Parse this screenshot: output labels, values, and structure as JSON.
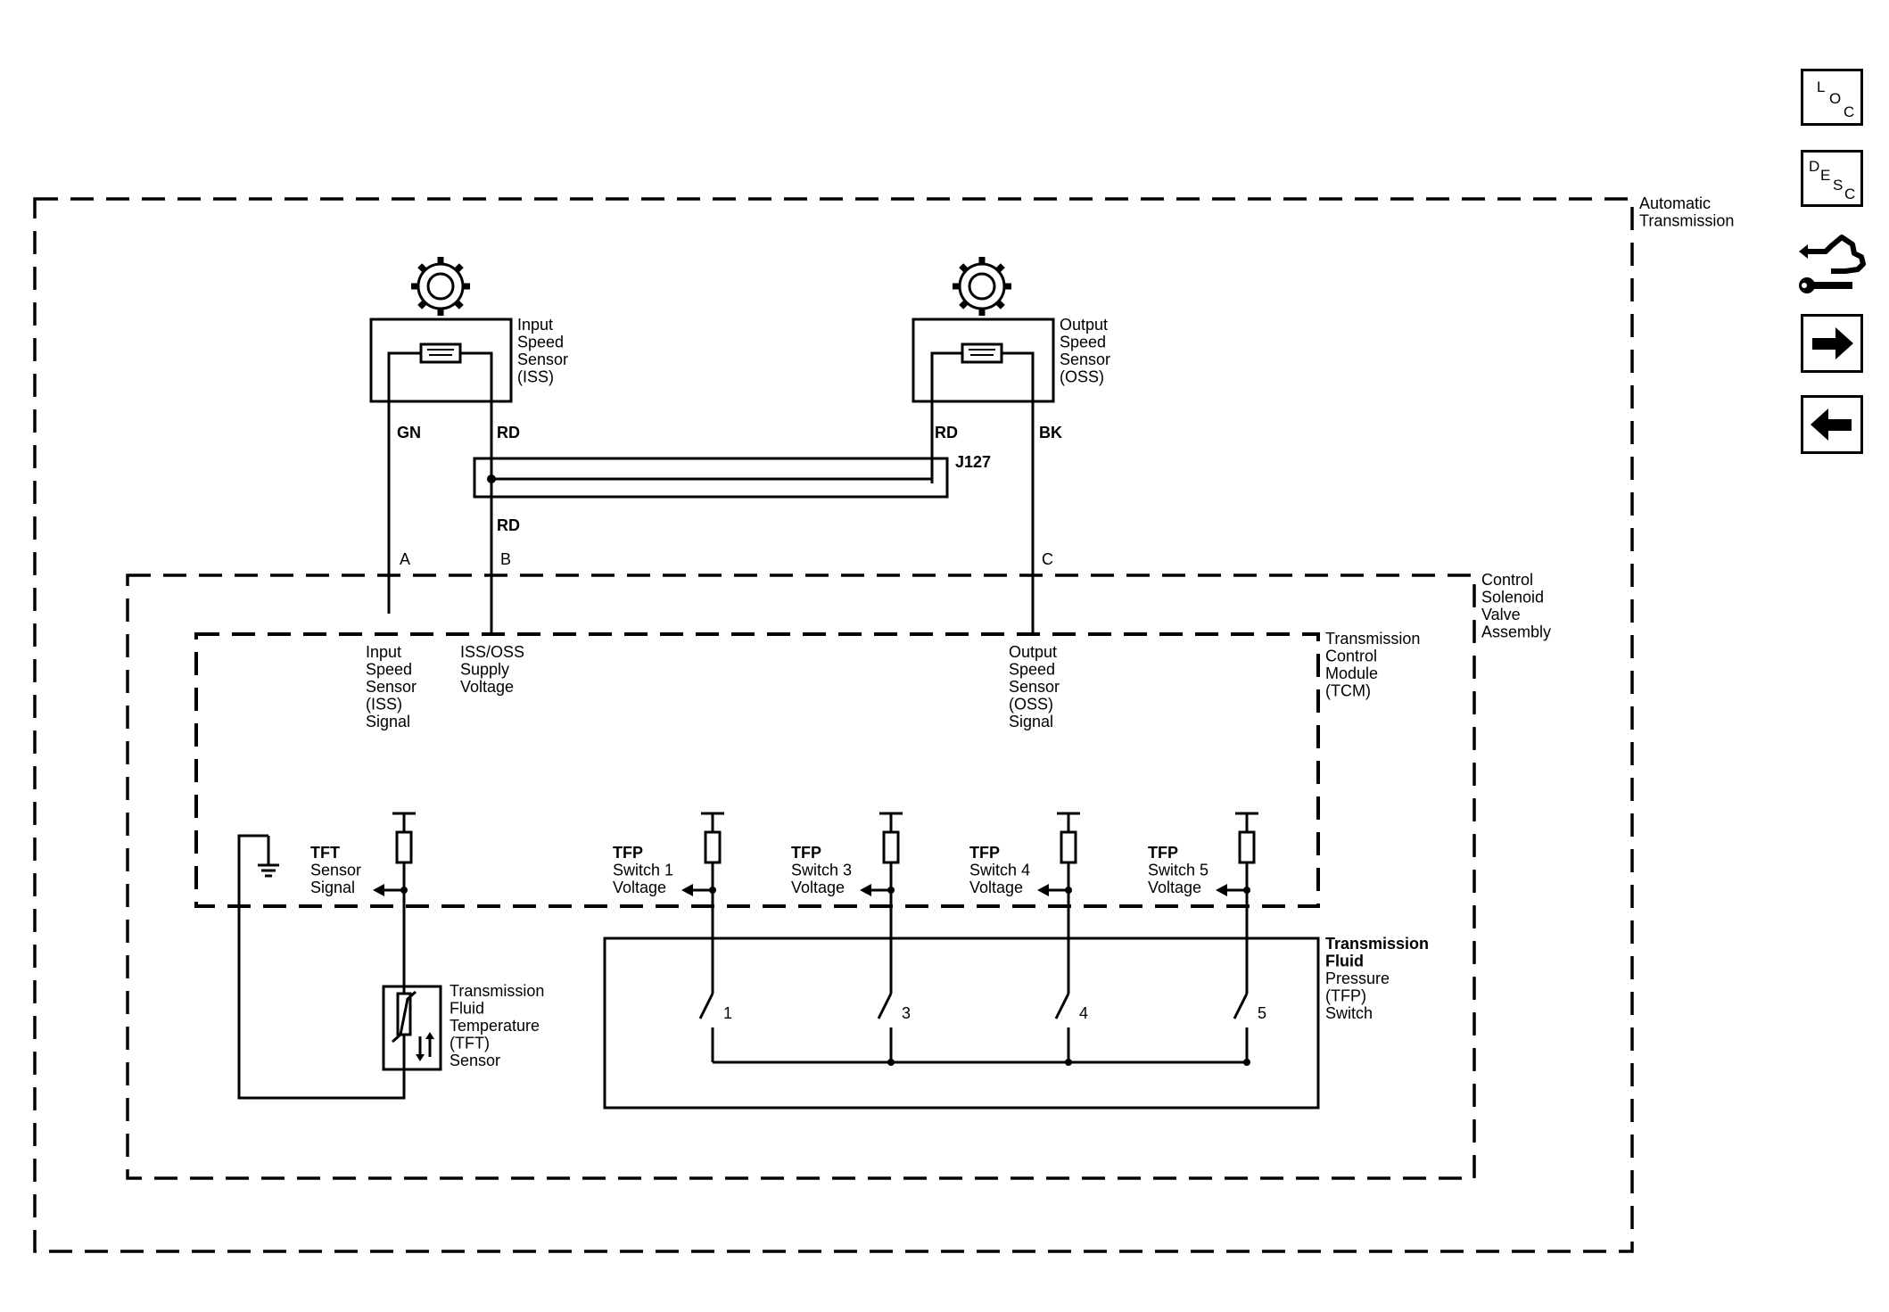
{
  "labels": {
    "automatic_transmission": [
      "Automatic",
      "Transmission"
    ],
    "control_solenoid_valve_assembly": [
      "Control",
      "Solenoid",
      "Valve",
      "Assembly"
    ],
    "tcm": [
      "Transmission",
      "Control",
      "Module",
      "(TCM)"
    ],
    "iss_sensor": [
      "Input",
      "Speed",
      "Sensor",
      "(ISS)"
    ],
    "oss_sensor": [
      "Output",
      "Speed",
      "Sensor",
      "(OSS)"
    ],
    "iss_signal": [
      "Input",
      "Speed",
      "Sensor",
      "(ISS)",
      "Signal"
    ],
    "supply_voltage": [
      "ISS/OSS",
      "Supply",
      "Voltage"
    ],
    "oss_signal": [
      "Output",
      "Speed",
      "Sensor",
      "(OSS)",
      "Signal"
    ],
    "tft_signal": [
      "TFT",
      "Sensor",
      "Signal"
    ],
    "tfp_switch_1": [
      "TFP",
      "Switch 1",
      "Voltage"
    ],
    "tfp_switch_3": [
      "TFP",
      "Switch 3",
      "Voltage"
    ],
    "tfp_switch_4": [
      "TFP",
      "Switch 4",
      "Voltage"
    ],
    "tfp_switch_5": [
      "TFP",
      "Switch 5",
      "Voltage"
    ],
    "tft_sensor": [
      "Transmission",
      "Fluid",
      "Temperature",
      "(TFT)",
      "Sensor"
    ],
    "tfp_switch": [
      "Transmission",
      "Fluid",
      "Pressure",
      "(TFP)",
      "Switch"
    ]
  },
  "wires": {
    "gn": "GN",
    "rd_iss": "RD",
    "rd_oss": "RD",
    "bk": "BK",
    "rd_supply": "RD",
    "splice": "J127"
  },
  "pins": {
    "a": "A",
    "b": "B",
    "c": "C"
  },
  "switch_numbers": [
    "1",
    "3",
    "4",
    "5"
  ],
  "nav": {
    "loc": [
      "L",
      "O",
      "C"
    ],
    "desc": [
      "D",
      "E",
      "S",
      "C"
    ]
  }
}
